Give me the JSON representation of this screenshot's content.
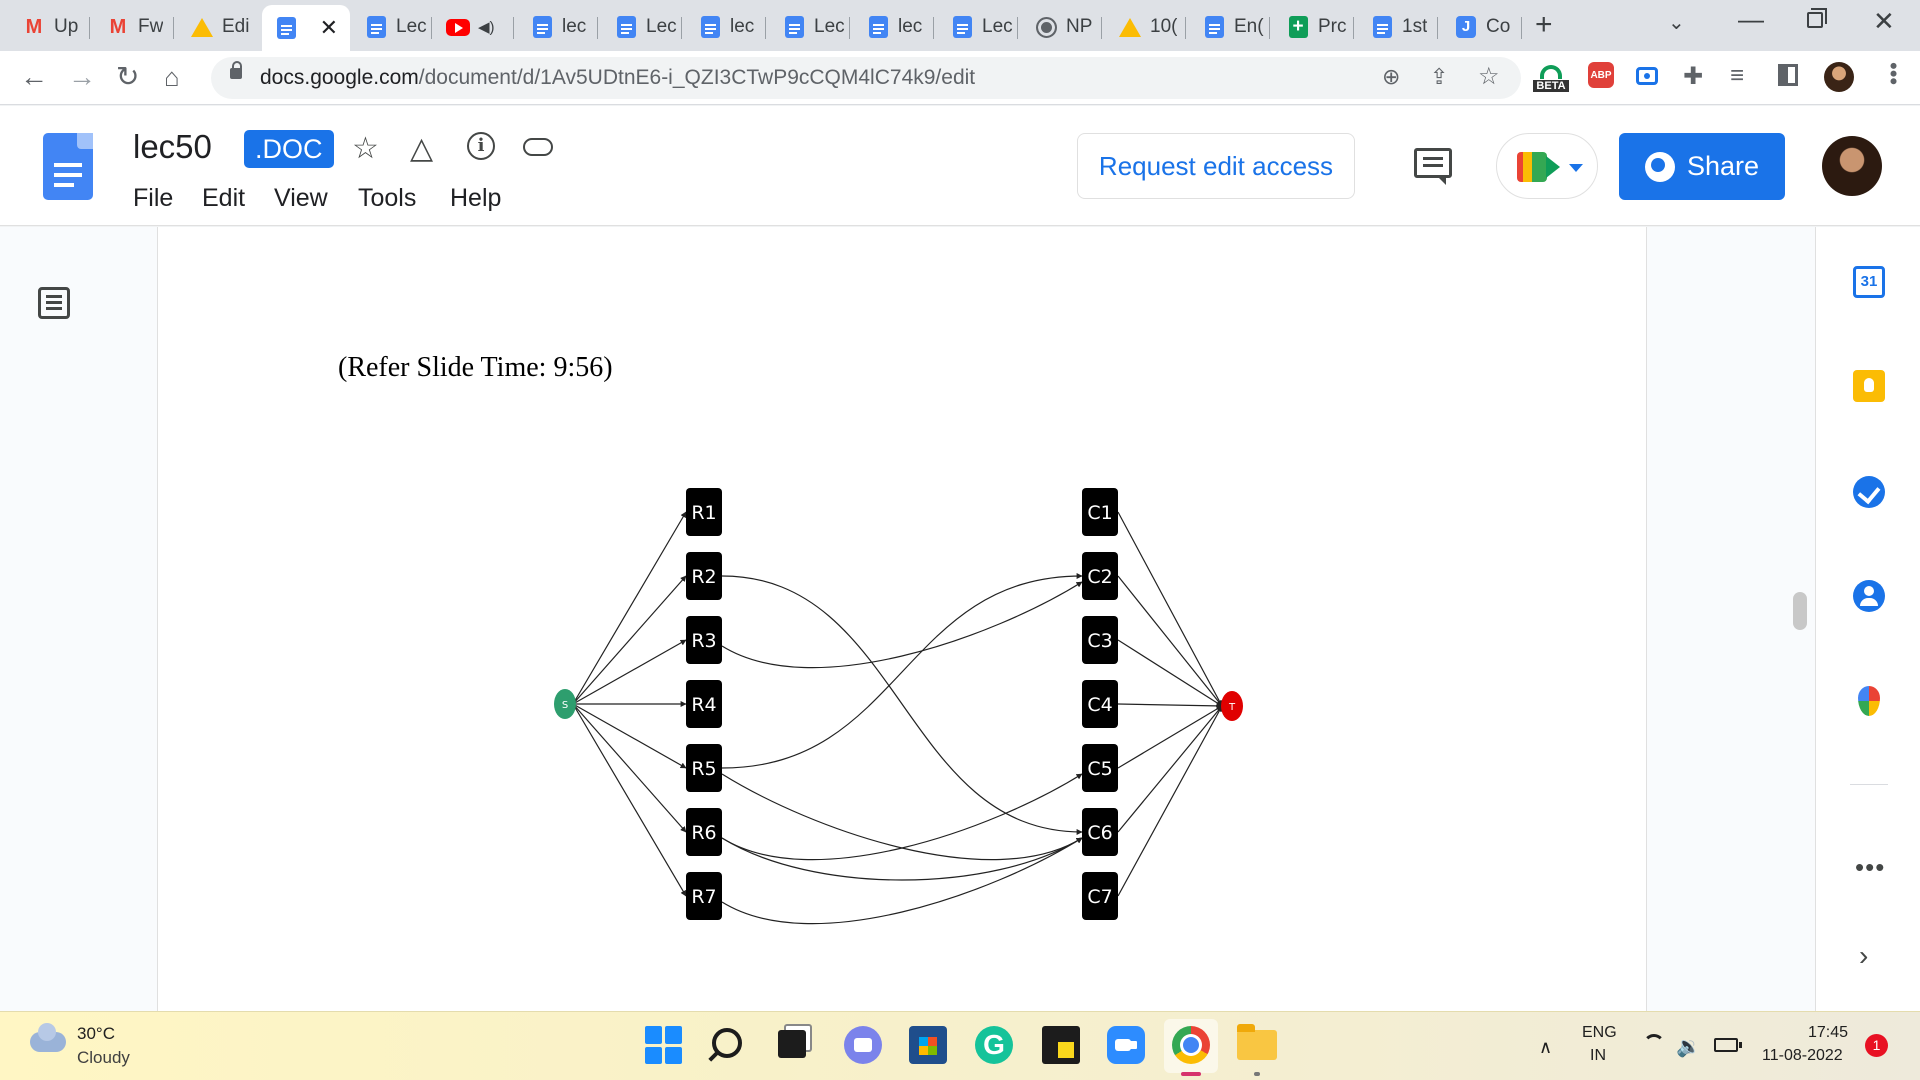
{
  "tabs": [
    {
      "favicon": "gmail-icon",
      "title": "Up",
      "left": 0
    },
    {
      "favicon": "gmail-icon",
      "title": "Fw",
      "left": 0
    },
    {
      "favicon": "drive-icon",
      "title": "Edi",
      "left": 0
    },
    {
      "favicon": "docs-icon",
      "title": "",
      "active": true
    },
    {
      "favicon": "docs-icon",
      "title": "Lec"
    },
    {
      "favicon": "youtube-icon",
      "title": "",
      "audio": "speaker-icon"
    },
    {
      "favicon": "docs-icon",
      "title": "lec"
    },
    {
      "favicon": "docs-icon",
      "title": "Lec"
    },
    {
      "favicon": "docs-icon",
      "title": "lec"
    },
    {
      "favicon": "docs-icon",
      "title": "Lec"
    },
    {
      "favicon": "docs-icon",
      "title": "lec"
    },
    {
      "favicon": "docs-icon",
      "title": "Lec"
    },
    {
      "favicon": "globe-icon",
      "title": "NP"
    },
    {
      "favicon": "drive-icon",
      "title": "10("
    },
    {
      "favicon": "docs-icon",
      "title": "En("
    },
    {
      "favicon": "sheets-icon",
      "title": "Prc"
    },
    {
      "favicon": "docs-icon",
      "title": "1st"
    },
    {
      "favicon": "j-icon",
      "title": "Co"
    }
  ],
  "window_controls": {
    "new_tab": "+",
    "tab_search": "⌄",
    "minimize": "—",
    "close": "✕"
  },
  "address_bar": {
    "host": "docs.google.com",
    "path": "/document/d/1Av5UDtnE6-i_QZI3CTwP9cCQM4lC74k9/edit"
  },
  "extensions": {
    "beta_label": "BETA",
    "abp_label": "ABP"
  },
  "doc": {
    "title": "lec50",
    "badge": ".DOC",
    "menu": [
      "File",
      "Edit",
      "View",
      "Tools",
      "Help"
    ],
    "request_edit": "Request edit access",
    "share": "Share"
  },
  "content": {
    "caption": "(Refer Slide Time: 9:56)"
  },
  "graph": {
    "source": "S",
    "sink": "T",
    "rows": [
      "R1",
      "R2",
      "R3",
      "R4",
      "R5",
      "R6",
      "R7"
    ],
    "cols": [
      "C1",
      "C2",
      "C3",
      "C4",
      "C5",
      "C6",
      "C7"
    ],
    "cross_edges": [
      [
        "R2",
        "C6"
      ],
      [
        "R3",
        "C2"
      ],
      [
        "R5",
        "C2"
      ],
      [
        "R5",
        "C6"
      ],
      [
        "R6",
        "C5"
      ],
      [
        "R6",
        "C6"
      ],
      [
        "R7",
        "C6"
      ]
    ]
  },
  "side_panel": {
    "calendar_day": "31",
    "more": "•••",
    "expand": "›"
  },
  "taskbar": {
    "weather_temp": "30°C",
    "weather_desc": "Cloudy",
    "grammarly": "G",
    "lang_line1": "ENG",
    "lang_line2": "IN",
    "time": "17:45",
    "date": "11-08-2022",
    "notifications": "1",
    "chevron": "∧",
    "volume": "🔉"
  }
}
